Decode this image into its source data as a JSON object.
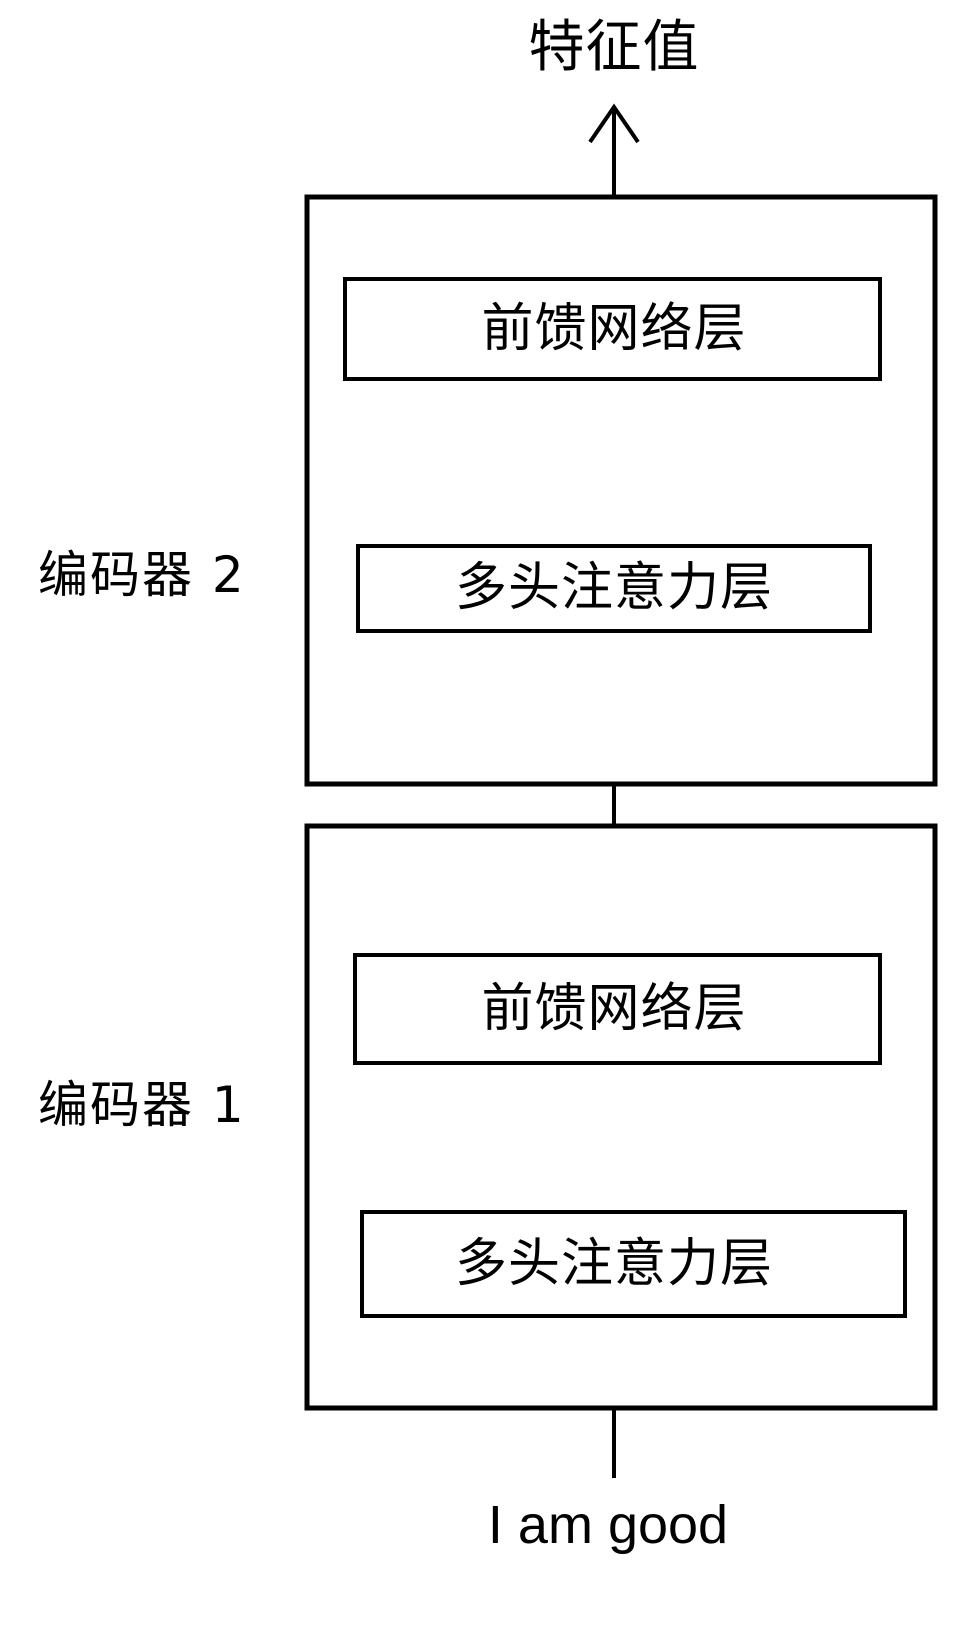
{
  "diagram": {
    "title_top": "特征值",
    "input_bottom": "I am good",
    "stroke_color": "#000000",
    "background_color": "#ffffff",
    "encoders": [
      {
        "label": "编码器 2",
        "index": 2,
        "layers": [
          {
            "name": "feed-forward",
            "label": "前馈网络层"
          },
          {
            "name": "multi-head-attention",
            "label": "多头注意力层"
          }
        ]
      },
      {
        "label": "编码器 1",
        "index": 1,
        "layers": [
          {
            "name": "feed-forward",
            "label": "前馈网络层"
          },
          {
            "name": "multi-head-attention",
            "label": "多头注意力层"
          }
        ]
      }
    ]
  }
}
